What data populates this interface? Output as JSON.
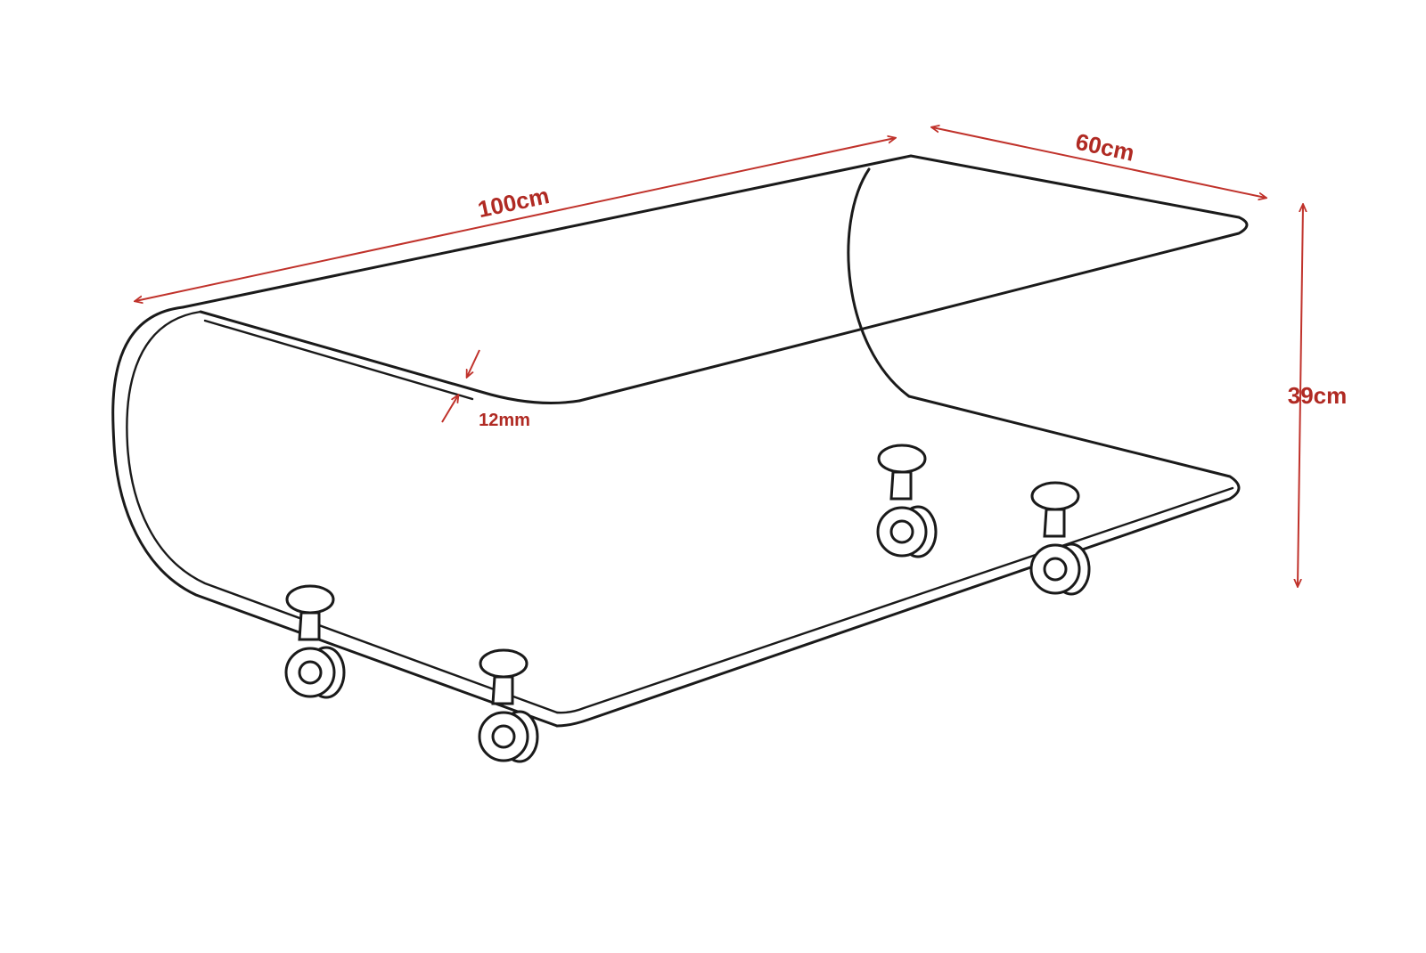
{
  "dimensions": {
    "length": "100cm",
    "width": "60cm",
    "height": "39cm",
    "thickness": "12mm"
  },
  "colors": {
    "outline": "#1a1a1a",
    "dimension": "#c0322b"
  },
  "casters": [
    {
      "name": "caster-front-left"
    },
    {
      "name": "caster-front-right"
    },
    {
      "name": "caster-back-left"
    },
    {
      "name": "caster-back-right"
    }
  ]
}
